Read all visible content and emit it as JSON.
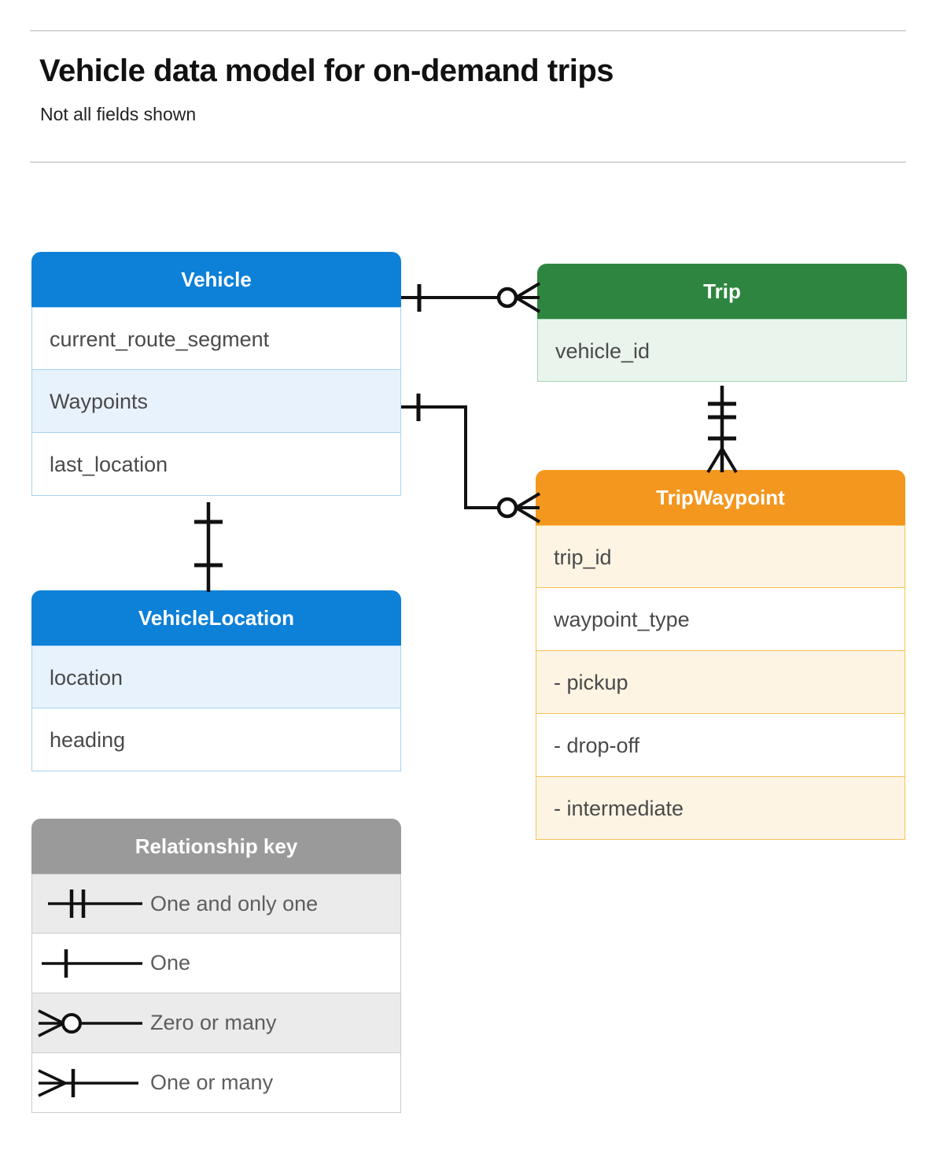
{
  "header": {
    "title": "Vehicle data model for on-demand trips",
    "subtitle": "Not all fields shown"
  },
  "colors": {
    "blue_header": "#0d80d8",
    "blue_tint": "#e8f2fd",
    "blue_border": "#a6d2f4",
    "green_header": "#2e8540",
    "green_tint": "#e9f4ec",
    "green_border": "#a9d6b6",
    "orange_header": "#f4971f",
    "orange_tint": "#fdf4e4",
    "orange_border": "#f9c257",
    "gray_header": "#9a9a9a",
    "gray_tint": "#ebebeb",
    "gray_border": "#cbcbcb",
    "line": "#111111",
    "text": "#4a4a4a"
  },
  "entities": [
    {
      "id": "vehicle",
      "title": "Vehicle",
      "theme": "blue",
      "fields": [
        {
          "label": "current_route_segment",
          "tint": false
        },
        {
          "label": "Waypoints",
          "tint": true
        },
        {
          "label": "last_location",
          "tint": false
        }
      ]
    },
    {
      "id": "vehicle-location",
      "title": "VehicleLocation",
      "theme": "blue",
      "fields": [
        {
          "label": "location",
          "tint": true
        },
        {
          "label": "heading",
          "tint": false
        }
      ]
    },
    {
      "id": "trip",
      "title": "Trip",
      "theme": "green",
      "fields": [
        {
          "label": "vehicle_id",
          "tint": true
        }
      ]
    },
    {
      "id": "trip-waypoint",
      "title": "TripWaypoint",
      "theme": "orange",
      "fields": [
        {
          "label": "trip_id",
          "tint": true
        },
        {
          "label": "waypoint_type",
          "tint": false
        },
        {
          "label": "-  pickup",
          "tint": true
        },
        {
          "label": "-  drop-off",
          "tint": false
        },
        {
          "label": "-  intermediate",
          "tint": true
        }
      ]
    }
  ],
  "legend": {
    "title": "Relationship key",
    "theme": "gray",
    "rows": [
      {
        "label": "One and only one",
        "symbol": "one-and-only-one",
        "tint": true
      },
      {
        "label": "One",
        "symbol": "one",
        "tint": false
      },
      {
        "label": "Zero or many",
        "symbol": "zero-or-many",
        "tint": true
      },
      {
        "label": "One or many",
        "symbol": "one-or-many",
        "tint": false
      }
    ]
  },
  "relationships": [
    {
      "id": "vehicle-to-trip",
      "from": "Vehicle",
      "to": "Trip",
      "from_cardinality": "One",
      "to_cardinality": "Zero or many"
    },
    {
      "id": "vehicle-waypoints-to-tripwaypoint",
      "from": "Vehicle.Waypoints",
      "to": "TripWaypoint",
      "from_cardinality": "One",
      "to_cardinality": "Zero or many"
    },
    {
      "id": "trip-to-tripwaypoint",
      "from": "Trip",
      "to": "TripWaypoint",
      "from_cardinality": "One and only one",
      "to_cardinality": "One or many"
    },
    {
      "id": "vehicle-to-vehiclelocation",
      "from": "Vehicle",
      "to": "VehicleLocation",
      "from_cardinality": "One",
      "to_cardinality": "One"
    }
  ]
}
